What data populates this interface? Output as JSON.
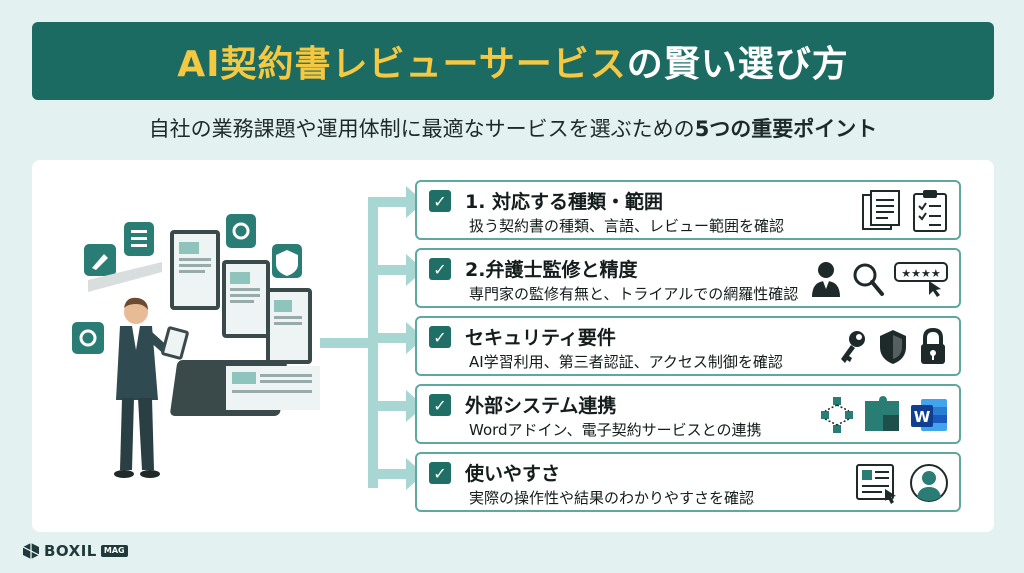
{
  "title": {
    "accent": "AI契約書レビューサービス",
    "rest": "の賢い選び方"
  },
  "subtitle": {
    "lead": "自社の業務課題や運用体制に最適なサービスを選ぶための",
    "emphasis": "5つの重要ポイント"
  },
  "check_mark": "✓",
  "points": [
    {
      "title": "1. 対応する種類・範囲",
      "desc": "扱う契約書の種類、言語、レビュー範囲を確認",
      "icons": [
        "documents-icon",
        "checklist-icon"
      ]
    },
    {
      "title": "2.弁護士監修と精度",
      "desc": "専門家の監修有無と、トライアルでの網羅性確認",
      "icons": [
        "lawyer-icon",
        "magnifier-icon",
        "rating-icon"
      ]
    },
    {
      "title": "セキュリティ要件",
      "desc": "AI学習利用、第三者認証、アクセス制御を確認",
      "icons": [
        "key-icon",
        "shield-icon",
        "lock-icon"
      ]
    },
    {
      "title": "外部システム連携",
      "desc": "Wordアドイン、電子契約サービスとの連携",
      "icons": [
        "network-icon",
        "puzzle-icon",
        "word-icon"
      ]
    },
    {
      "title": "使いやすさ",
      "desc": "実際の操作性や結果のわかりやすさを確認",
      "icons": [
        "profile-card-icon",
        "user-icon"
      ]
    }
  ],
  "rating_text": "★★★★",
  "word_letter": "W",
  "logo": {
    "name": "BOXIL",
    "badge": "MAG"
  },
  "colors": {
    "primary": "#1b6b63",
    "accent": "#f5c842",
    "card_border": "#5fa8a0",
    "background": "#e4f1f1"
  }
}
